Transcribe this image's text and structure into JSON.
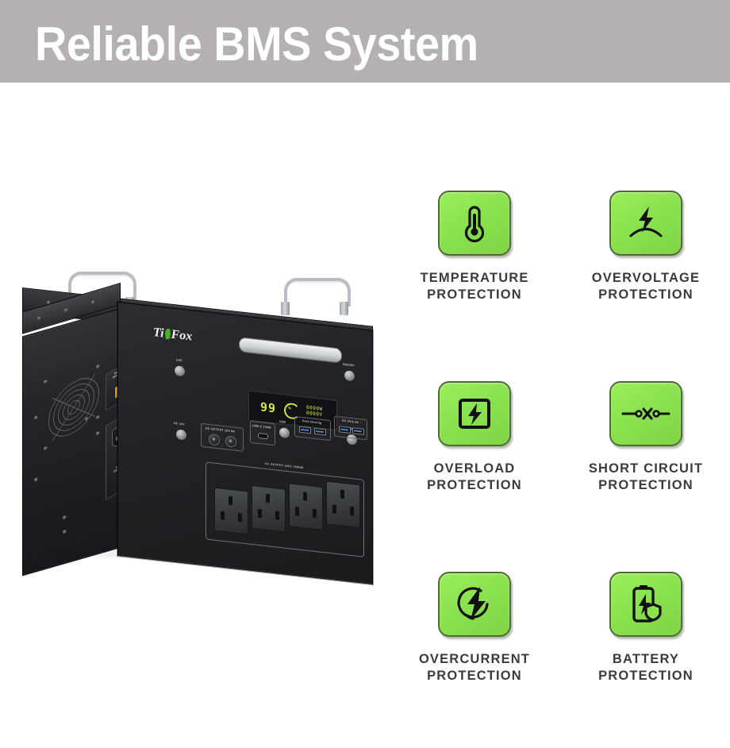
{
  "header": {
    "title": "Reliable BMS System",
    "bg_color": "#b5b1b0",
    "text_color": "#ffffff"
  },
  "theme": {
    "tile_green": "#8ae24f",
    "tile_border": "#4f6b35",
    "label_color": "#3b3b3c",
    "page_bg": "#ffffff"
  },
  "product": {
    "brand_left": "Ti",
    "brand_right": "Fox",
    "solar_input_label": "Solar Input\n30Vdc 1000W",
    "ac_input_label": "AC Input\n220Vac/50Hz\n1000W",
    "led_label": "LED",
    "onoff_label": "ON/OFF",
    "dc12v_label": "DC 12V",
    "ac_label": "AC",
    "dc_output_label": "DC OUTPUT 12V 8A",
    "usbc_label": "USB-C 100W",
    "usb_label": "USB",
    "fast_charging_label": "Fast Charing",
    "dc5v_label": "DC 5V/2.4A",
    "ac_output_label": "AC OUTPUT 220V 1000W",
    "display": {
      "soc_value": "99",
      "gauge_value": "%",
      "digits_top": "0000",
      "digits_bottom": "0000",
      "unit_top": "W",
      "unit_bottom": "V"
    }
  },
  "features": [
    {
      "icon": "thermometer-icon",
      "label": "TEMPERATURE\nPROTECTION",
      "line1": "TEMPERATURE",
      "line2": "PROTECTION"
    },
    {
      "icon": "overvoltage-bolt-icon",
      "label": "OVERVOLTAGE\nPROTECTION",
      "line1": "OVERVOLTAGE",
      "line2": "PROTECTION"
    },
    {
      "icon": "overload-battery-bolt-icon",
      "label": "OVERLOAD\nPROTECTION",
      "line1": "OVERLOAD",
      "line2": "PROTECTION"
    },
    {
      "icon": "short-circuit-icon",
      "label": "SHORT CIRCUIT\nPROTECTION",
      "line1": "SHORT CIRCUIT",
      "line2": "PROTECTION"
    },
    {
      "icon": "overcurrent-bolt-circle-icon",
      "label": "OVERCURRENT\nPROTECTION",
      "line1": "OVERCURRENT",
      "line2": "PROTECTION"
    },
    {
      "icon": "battery-shield-icon",
      "label": "BATTERY\nPROTECTION",
      "line1": "BATTERY",
      "line2": "PROTECTION"
    }
  ]
}
